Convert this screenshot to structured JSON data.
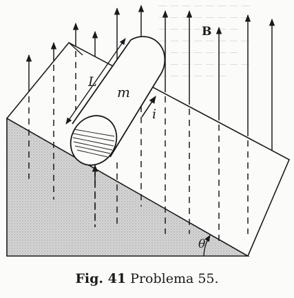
{
  "labels": {
    "field": "B",
    "length": "L",
    "mass": "m",
    "current": "i",
    "angle": "θ"
  },
  "caption": {
    "figure": "Fig. 41",
    "text": "Problema 55."
  },
  "colors": {
    "ink": "#1a1a1a",
    "shade": "#cfcfcf",
    "paper": "#fbfbfa"
  }
}
